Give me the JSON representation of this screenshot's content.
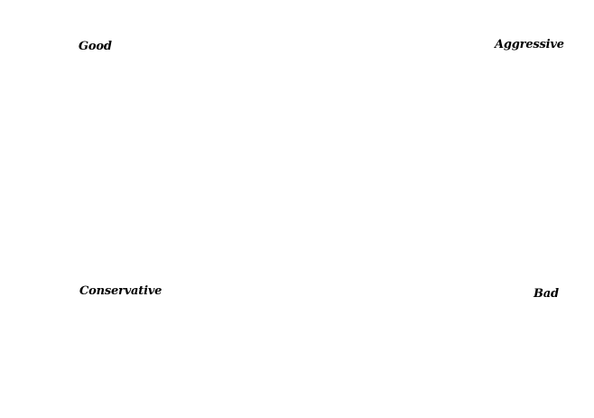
{
  "labels": {
    "top_left": "Good",
    "top_right": "Aggressive",
    "bottom_left": "Conservative",
    "bottom_right": "Bad"
  }
}
